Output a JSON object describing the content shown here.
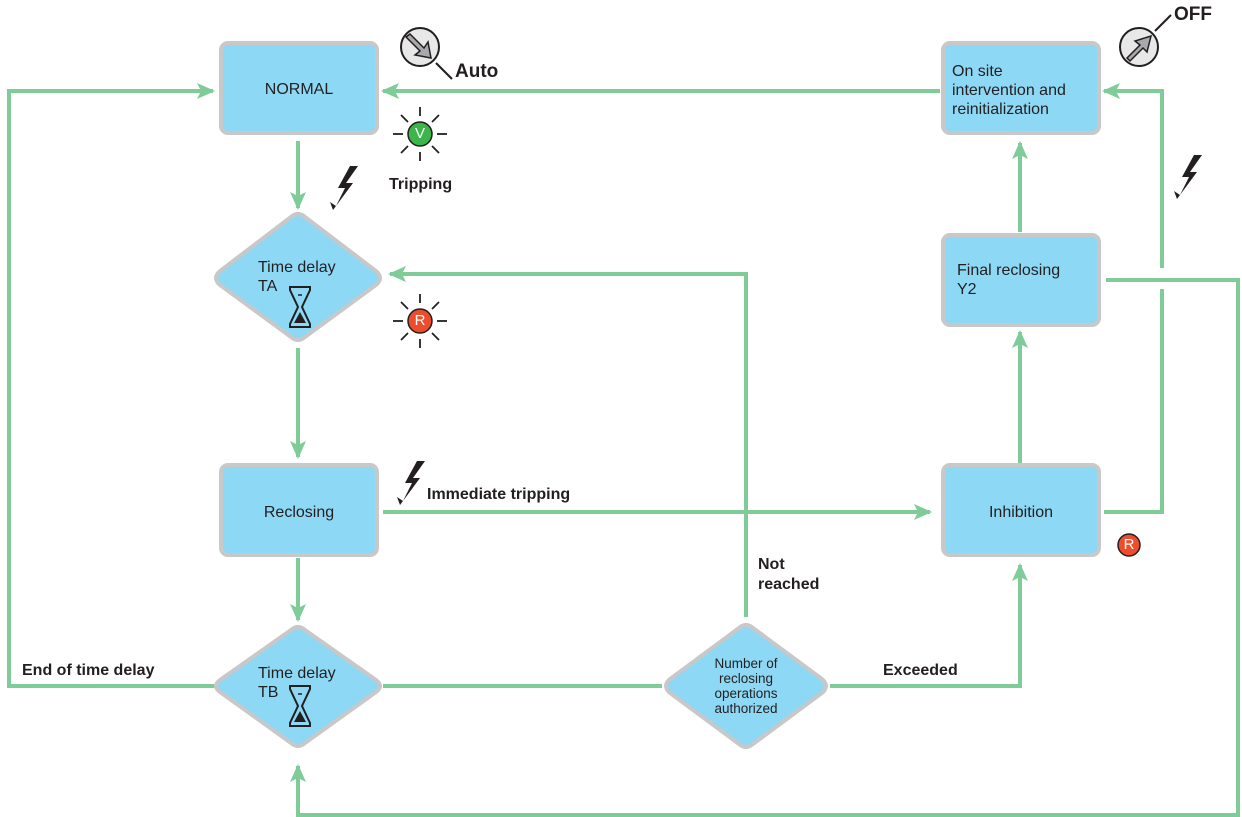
{
  "nodes": {
    "normal": "NORMAL",
    "time_delay_ta": [
      "Time delay",
      "TA"
    ],
    "reclosing": "Reclosing",
    "time_delay_tb": [
      "Time delay",
      "TB"
    ],
    "counter": [
      "Number of",
      "reclosing",
      "operations",
      "authorized"
    ],
    "inhibition": "Inhibition",
    "final_reclosing": [
      "Final reclosing",
      "Y2"
    ],
    "on_site": [
      "On site",
      "intervention and",
      "reinitialization"
    ]
  },
  "labels": {
    "auto": "Auto",
    "off": "OFF",
    "tripping": "Tripping",
    "immediate_tripping": "Immediate tripping",
    "not_reached": [
      "Not",
      "reached"
    ],
    "exceeded": "Exceeded",
    "end_of_time_delay": "End of time delay"
  },
  "lamps": {
    "green": "V",
    "red_ta": "R",
    "red_inhibition": "R"
  },
  "colors": {
    "box_fill": "#8dd8f5",
    "box_border": "#c8c8c8",
    "arrow": "#7fcc99",
    "lamp_green": "#3cb54a",
    "lamp_red": "#ee4d2c",
    "text": "#231f20"
  },
  "icons": [
    "switch-auto-icon",
    "switch-off-icon",
    "lightning-icon",
    "hourglass-icon",
    "indicator-lamp-icon"
  ]
}
